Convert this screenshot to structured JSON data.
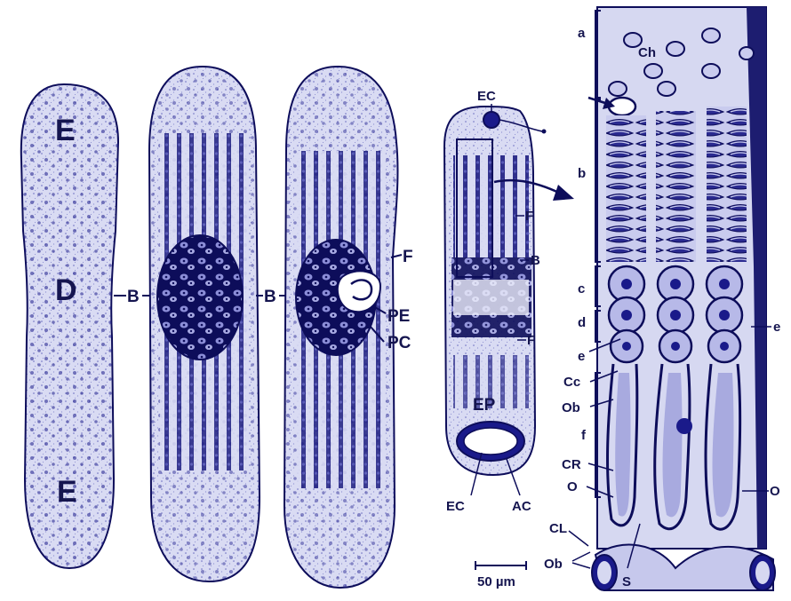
{
  "colors": {
    "ink": "#1a1a8a",
    "dark_ink": "#0d0d5a",
    "paper": "#d9dbf3",
    "light_paper": "#eceefa",
    "background": "#ffffff"
  },
  "panel1": {
    "label_top": "E",
    "label_mid": "D",
    "label_bottom": "E",
    "pointer": "B"
  },
  "panel2": {
    "pointer": "B"
  },
  "panel3": {
    "label_f": "F",
    "label_pe": "PE",
    "label_pc": "PC"
  },
  "panel4": {
    "label_ec_top": "EC",
    "label_f_top": "F",
    "label_b": "B",
    "label_f_bottom": "F",
    "label_ep": "EP",
    "label_ec_bottom": "EC",
    "label_ac": "AC"
  },
  "panel5": {
    "zones": [
      "a",
      "b",
      "c",
      "d",
      "f"
    ],
    "label_ch": "Ch",
    "label_e_left": "e",
    "label_e_right": "e",
    "label_cc": "Cc",
    "label_ob": "Ob",
    "label_cr": "CR",
    "label_o_left": "O",
    "label_o_right": "O",
    "label_cl": "CL",
    "label_ob_bottom": "Ob",
    "label_s": "S"
  },
  "scale_bar": {
    "label": "50 µm"
  }
}
